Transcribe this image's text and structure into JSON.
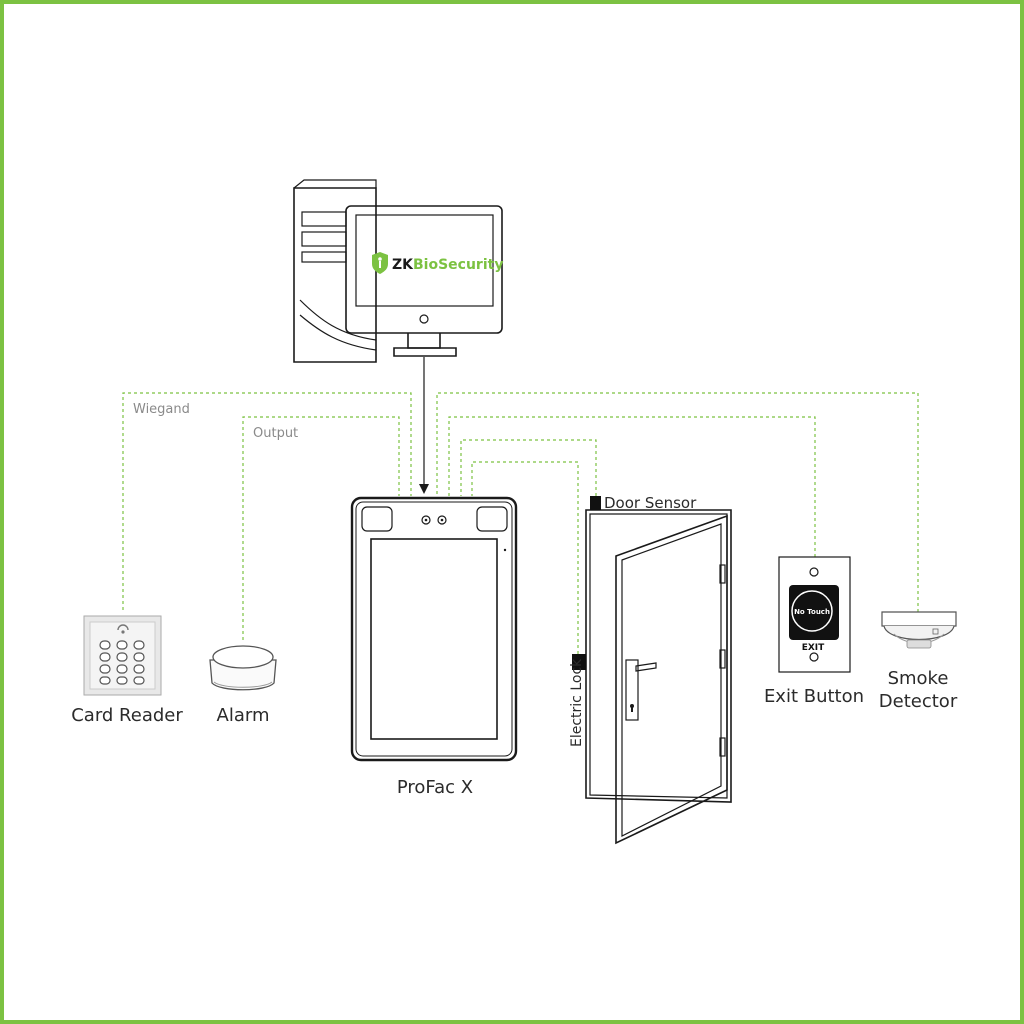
{
  "software": {
    "brand_prefix": "ZK",
    "brand_suffix": "BioSecurity"
  },
  "wires": {
    "wiegand": "Wiegand",
    "output": "Output"
  },
  "devices": {
    "card_reader": "Card Reader",
    "alarm": "Alarm",
    "terminal": "ProFac X",
    "door_sensor": "Door Sensor",
    "electric_lock": "Electric Lock",
    "exit_button": "Exit Button",
    "exit_button_face": "No Touch",
    "exit_button_text": "EXIT",
    "smoke_detector_line1": "Smoke",
    "smoke_detector_line2": "Detector"
  },
  "colors": {
    "frame": "#7cc242",
    "wire": "#7cc242",
    "line": "#1a1a1a"
  }
}
